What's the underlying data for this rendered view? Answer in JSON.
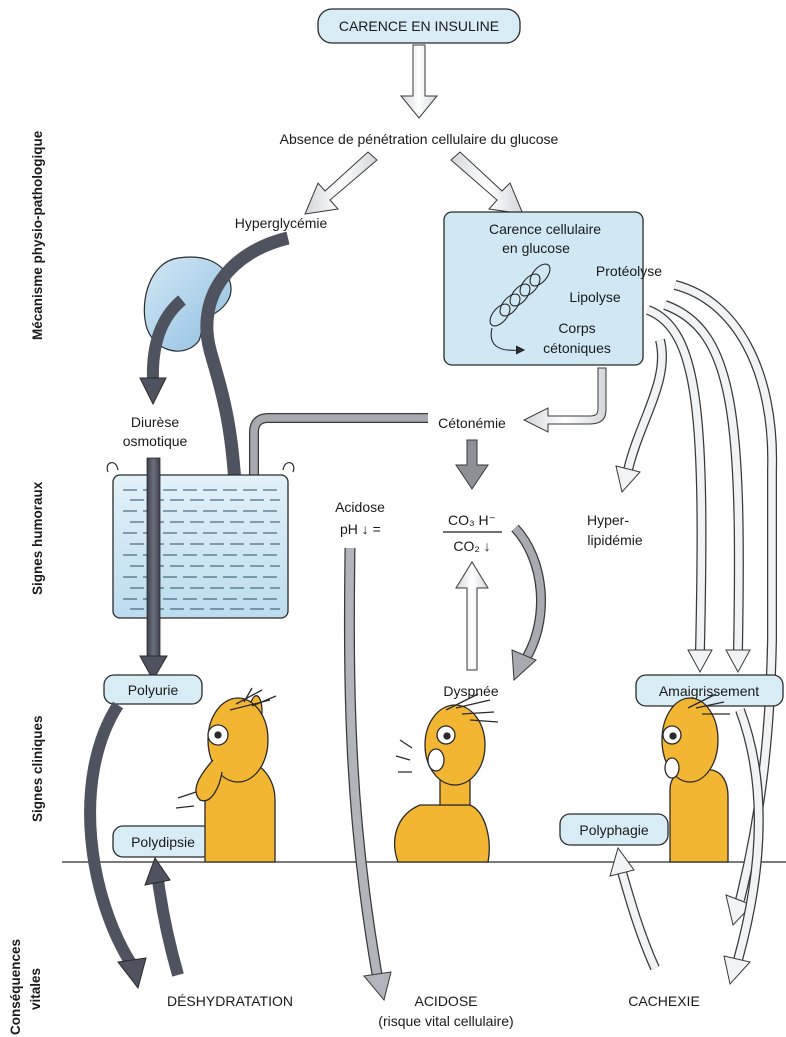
{
  "top_box": "CARENCE EN INSULINE",
  "absence": "Absence de pénétration cellulaire du glucose",
  "hyperglycemie": "Hyperglycémie",
  "carence_line1": "Carence cellulaire",
  "carence_line2": "en glucose",
  "proteolyse": "Protéolyse",
  "lipolyse": "Lipolyse",
  "corps_line1": "Corps",
  "corps_line2": "cétoniques",
  "diurese_line1": "Diurèse",
  "diurese_line2": "osmotique",
  "cetonemie": "Cétonémie",
  "acidose_label": "Acidose",
  "ph_label": "pH ↓  =",
  "numerator": "CO₃ H⁻",
  "denominator": "CO₂ ↓",
  "hyper_line1": "Hyper-",
  "hyper_line2": "lipidémie",
  "polyurie": "Polyurie",
  "dyspnee": "Dyspnée",
  "amaigrissement": "Amaigrissement",
  "polydipsie": "Polydipsie",
  "polyphagie": "Polyphagie",
  "deshydratation": "DÉSHYDRATATION",
  "acidose_final": "ACIDOSE",
  "risque": "(risque vital cellulaire)",
  "cachexie": "CACHEXIE",
  "side_labels": {
    "mecanisme": "Mécanisme physio-pathologique",
    "humoraux": "Signes humoraux",
    "cliniques": "Signes cliniques",
    "consequences_1": "Conséquences",
    "consequences_2": "vitales"
  },
  "colors": {
    "box_fill": "#cfe8f4",
    "pill_fill": "#d8ecf6",
    "figure_skin": "#f2b632",
    "dark_arrow": "#4f5360",
    "mid_arrow": "#9c9ea6",
    "light_arrow": "#e3e4e8"
  }
}
